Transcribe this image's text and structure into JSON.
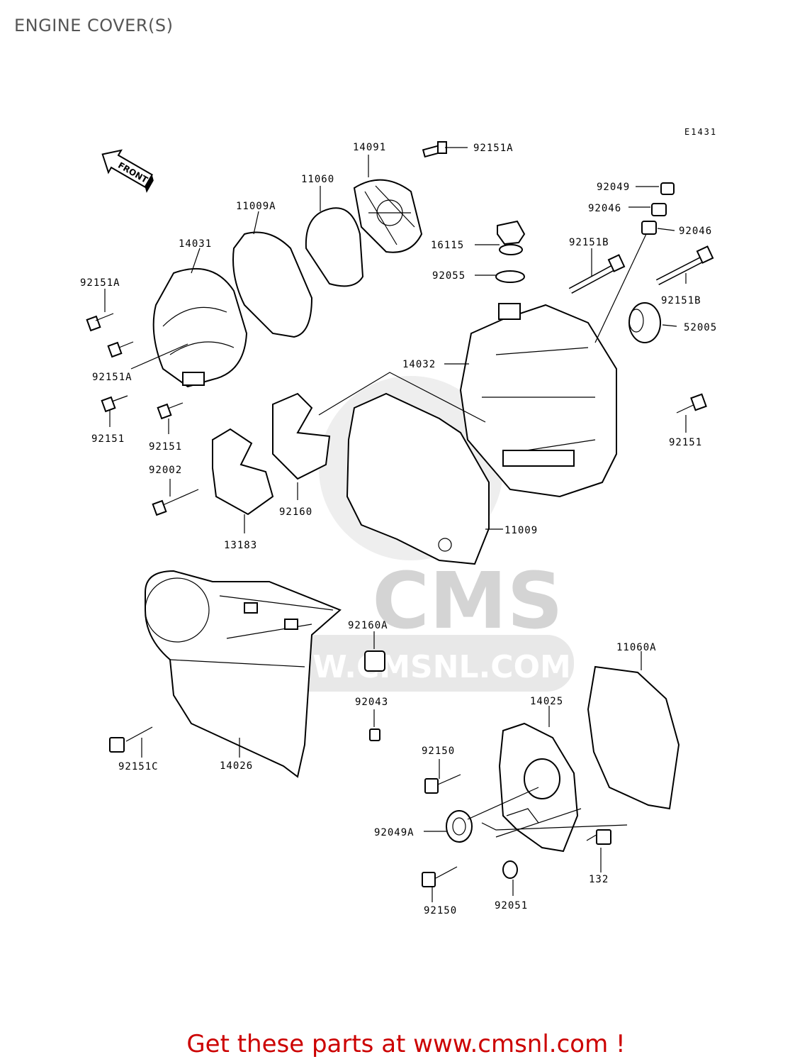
{
  "title": "ENGINE COVER(S)",
  "diagram_code": "E1431",
  "front_label": "FRONT",
  "watermark": {
    "brand": "CMS",
    "url": "WWW.CMSNL.COM"
  },
  "footer": "Get these parts at www.cmsnl.com !",
  "part_labels": {
    "p14091": "14091",
    "p92151A_top": "92151A",
    "p11060": "11060",
    "p11009A": "11009A",
    "p92049": "92049",
    "p92046a": "92046",
    "p92046b": "92046",
    "p14031": "14031",
    "p16115": "16115",
    "p92151B_a": "92151B",
    "p92055": "92055",
    "p92151A_left": "92151A",
    "p92151B_b": "92151B",
    "p52005": "52005",
    "p92151A_mid": "92151A",
    "p14032": "14032",
    "p92151_left": "92151",
    "p92151_mid": "92151",
    "p92151_right": "92151",
    "p92002": "92002",
    "p92160": "92160",
    "p11009": "11009",
    "p13183": "13183",
    "p92160A": "92160A",
    "p11060A": "11060A",
    "p92043": "92043",
    "p14025": "14025",
    "p92151C": "92151C",
    "p14026": "14026",
    "p92150a": "92150",
    "p92049A": "92049A",
    "p132": "132",
    "p92150b": "92150",
    "p92051": "92051"
  }
}
